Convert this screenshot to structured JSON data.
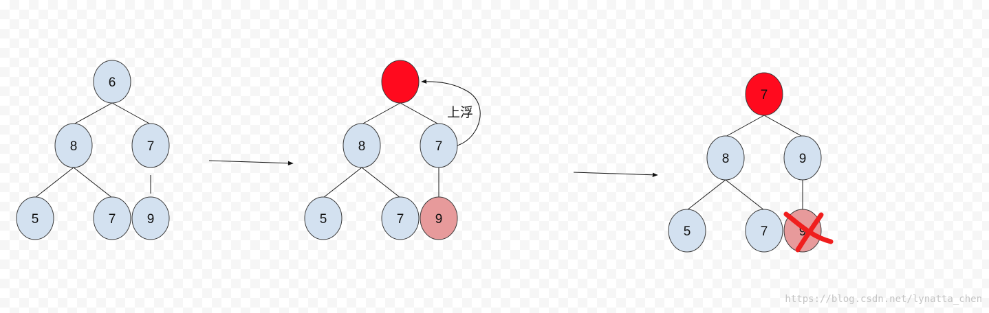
{
  "colors": {
    "node_fill": "#d3e1f0",
    "node_stroke": "#3a3a3a",
    "highlight_red": "#ff0a1e",
    "faded_red": "#e79a9b",
    "cross_red": "#f01e1e",
    "edge": "#1a1a1a"
  },
  "panel1": {
    "root": "6",
    "left": "8",
    "right": "7",
    "ll": "5",
    "lr": "7",
    "rl": "9"
  },
  "panel2": {
    "root": "",
    "left": "8",
    "right": "7",
    "ll": "5",
    "lr": "7",
    "rl": "9",
    "float_up_label": "上浮"
  },
  "panel3": {
    "root": "7",
    "left": "8",
    "right": "9",
    "ll": "5",
    "lr": "7",
    "rl": "9"
  },
  "watermark": "https://blog.csdn.net/lynatta_chen"
}
